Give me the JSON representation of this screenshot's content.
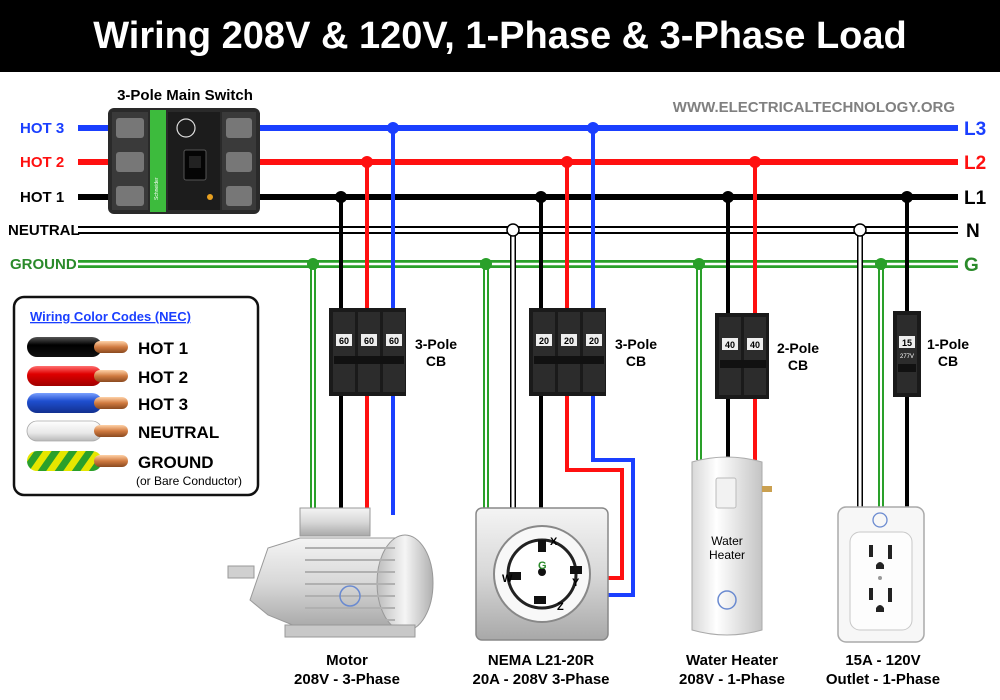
{
  "title": "Wiring 208V & 120V, 1-Phase & 3-Phase Load",
  "website": "WWW.ELECTRICALTECHNOLOGY.ORG",
  "main_switch": {
    "label": "3-Pole Main Switch"
  },
  "colors": {
    "hot1": "#000000",
    "hot2": "#ff1010",
    "hot3": "#1a3fff",
    "neutral_fill": "#ffffff",
    "ground": "#2aa02a",
    "ground_stripe": "#e6e600"
  },
  "lines": {
    "left_labels": [
      "HOT 3",
      "HOT 2",
      "HOT 1",
      "NEUTRAL",
      "GROUND"
    ],
    "right_labels": [
      "L3",
      "L2",
      "L1",
      "N",
      "G"
    ]
  },
  "legend": {
    "title": "Wiring Color Codes (NEC)",
    "items": [
      "HOT 1",
      "HOT 2",
      "HOT 3",
      "NEUTRAL",
      "GROUND"
    ],
    "ground_note": "(or Bare Conductor)"
  },
  "breakers": [
    {
      "label_line1": "3-Pole",
      "label_line2": "CB",
      "ratings": [
        "60",
        "60",
        "60"
      ]
    },
    {
      "label_line1": "3-Pole",
      "label_line2": "CB",
      "ratings": [
        "20",
        "20",
        "20"
      ]
    },
    {
      "label_line1": "2-Pole",
      "label_line2": "CB",
      "ratings": [
        "40",
        "40"
      ]
    },
    {
      "label_line1": "1-Pole",
      "label_line2": "CB",
      "ratings": [
        "15"
      ],
      "sublabel": "277V"
    }
  ],
  "loads": [
    {
      "name": "Motor",
      "spec": "208V - 3-Phase"
    },
    {
      "name": "NEMA L21-20R",
      "spec": "20A - 208V 3-Phase"
    },
    {
      "name": "Water Heater",
      "spec": "208V - 1-Phase",
      "tank_text_1": "Water",
      "tank_text_2": "Heater"
    },
    {
      "name": "15A - 120V",
      "spec": "Outlet - 1-Phase"
    }
  ],
  "receptacle_terminals": [
    "X",
    "Y",
    "Z",
    "W",
    "G"
  ]
}
